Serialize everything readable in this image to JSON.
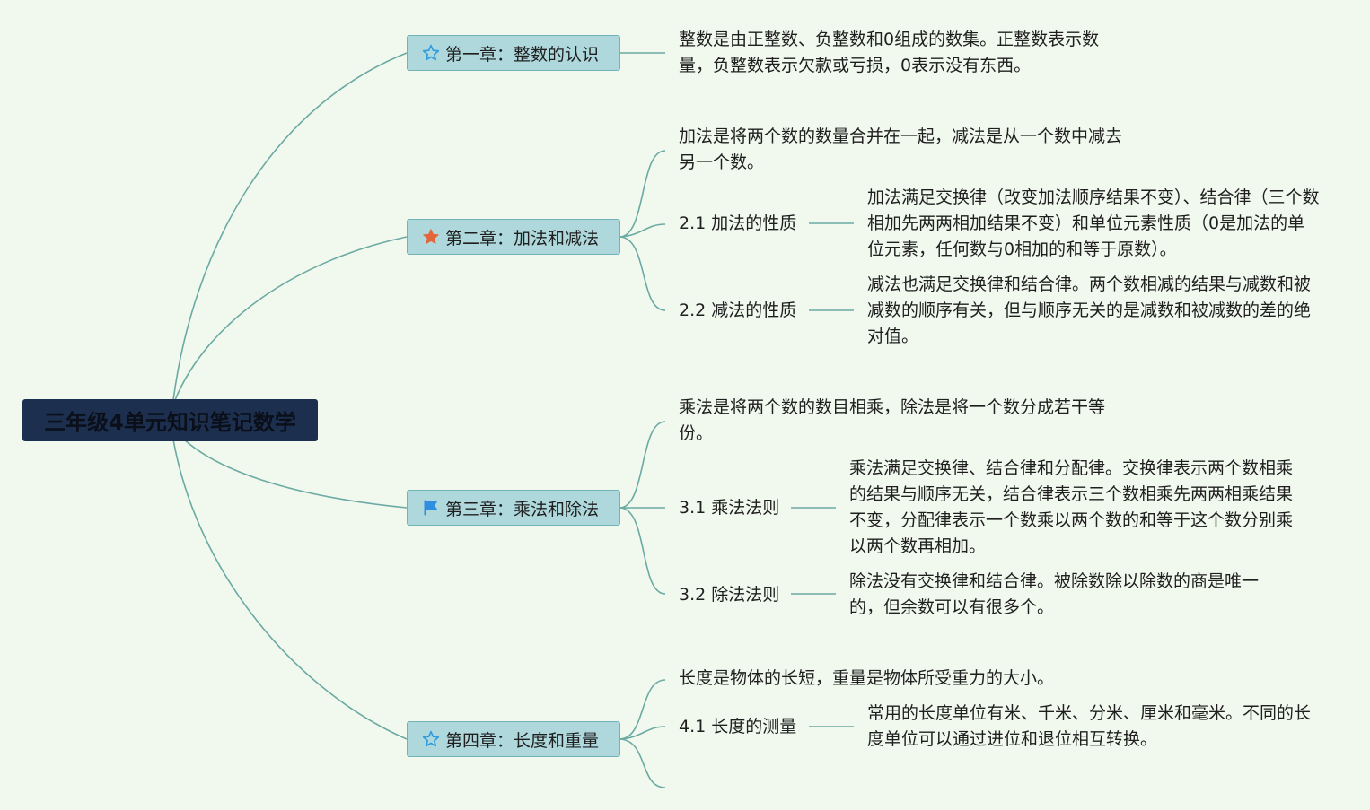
{
  "root": {
    "title": "三年级4单元知识笔记数学"
  },
  "chapters": [
    {
      "icon": "star-outline-icon",
      "title": "第一章：整数的认识",
      "notes": [
        "整数是由正整数、负整数和0组成的数集。正整数表示数量，负整数表示欠款或亏损，0表示没有东西。"
      ],
      "subsections": []
    },
    {
      "icon": "star-filled-icon",
      "title": "第二章：加法和减法",
      "notes": [
        "加法是将两个数的数量合并在一起，减法是从一个数中减去另一个数。"
      ],
      "subsections": [
        {
          "title": "2.1 加法的性质",
          "detail": "加法满足交换律（改变加法顺序结果不变）、结合律（三个数相加先两两相加结果不变）和单位元素性质（0是加法的单位元素，任何数与0相加的和等于原数）。"
        },
        {
          "title": "2.2 减法的性质",
          "detail": "减法也满足交换律和结合律。两个数相减的结果与减数和被减数的顺序有关，但与顺序无关的是减数和被减数的差的绝对值。"
        }
      ]
    },
    {
      "icon": "flag-icon",
      "title": "第三章：乘法和除法",
      "notes": [
        "乘法是将两个数的数目相乘，除法是将一个数分成若干等份。"
      ],
      "subsections": [
        {
          "title": "3.1 乘法法则",
          "detail": "乘法满足交换律、结合律和分配律。交换律表示两个数相乘的结果与顺序无关，结合律表示三个数相乘先两两相乘结果不变，分配律表示一个数乘以两个数的和等于这个数分别乘以两个数再相加。"
        },
        {
          "title": "3.2 除法法则",
          "detail": "除法没有交换律和结合律。被除数除以除数的商是唯一的，但余数可以有很多个。"
        }
      ]
    },
    {
      "icon": "star-outline-icon",
      "title": "第四章：长度和重量",
      "notes": [
        "长度是物体的长短，重量是物体所受重力的大小。"
      ],
      "subsections": [
        {
          "title": "4.1 长度的测量",
          "detail": "常用的长度单位有米、千米、分米、厘米和毫米。不同的长度单位可以通过进位和退位相互转换。"
        }
      ]
    }
  ],
  "colors": {
    "background": "#f1f8ee",
    "root_fill": "#1d2f4e",
    "chapter_fill": "#aed8dc",
    "connector": "#6aaaa3",
    "star_outline": "#2f9be0",
    "star_filled": "#e4653a",
    "flag": "#2f8ee0"
  }
}
